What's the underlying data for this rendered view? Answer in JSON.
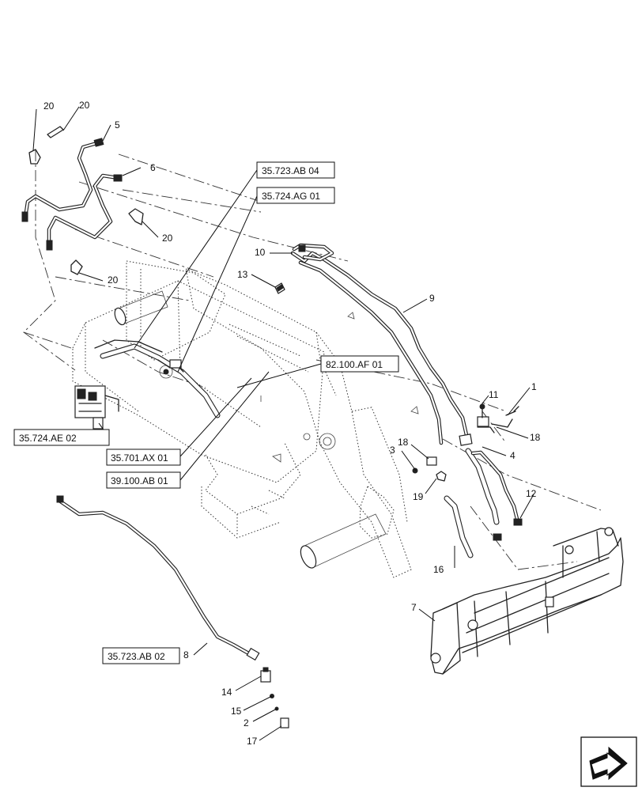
{
  "callouts": [
    {
      "id": "c20a",
      "label": "20"
    },
    {
      "id": "c20b",
      "label": "20"
    },
    {
      "id": "c5",
      "label": "5"
    },
    {
      "id": "c6",
      "label": "6"
    },
    {
      "id": "c20c",
      "label": "20"
    },
    {
      "id": "c20d",
      "label": "20"
    },
    {
      "id": "c10",
      "label": "10"
    },
    {
      "id": "c13",
      "label": "13"
    },
    {
      "id": "c9",
      "label": "9"
    },
    {
      "id": "c11",
      "label": "11"
    },
    {
      "id": "c1",
      "label": "1"
    },
    {
      "id": "c18a",
      "label": "18"
    },
    {
      "id": "c18b",
      "label": "18"
    },
    {
      "id": "c3",
      "label": "3"
    },
    {
      "id": "c4",
      "label": "4"
    },
    {
      "id": "c19",
      "label": "19"
    },
    {
      "id": "c12",
      "label": "12"
    },
    {
      "id": "c16",
      "label": "16"
    },
    {
      "id": "c7",
      "label": "7"
    },
    {
      "id": "c8",
      "label": "8"
    },
    {
      "id": "c14",
      "label": "14"
    },
    {
      "id": "c15",
      "label": "15"
    },
    {
      "id": "c2",
      "label": "2"
    },
    {
      "id": "c17",
      "label": "17"
    }
  ],
  "references": [
    {
      "id": "r1",
      "label": "35.723.AB 04"
    },
    {
      "id": "r2",
      "label": "35.724.AG 01"
    },
    {
      "id": "r3",
      "label": "82.100.AF 01"
    },
    {
      "id": "r4",
      "label": "35.724.AE 02"
    },
    {
      "id": "r5",
      "label": "35.701.AX 01"
    },
    {
      "id": "r6",
      "label": "39.100.AB 01"
    },
    {
      "id": "r7",
      "label": "35.723.AB 02"
    }
  ],
  "icons": {
    "orientation": "front-arrow-icon"
  }
}
